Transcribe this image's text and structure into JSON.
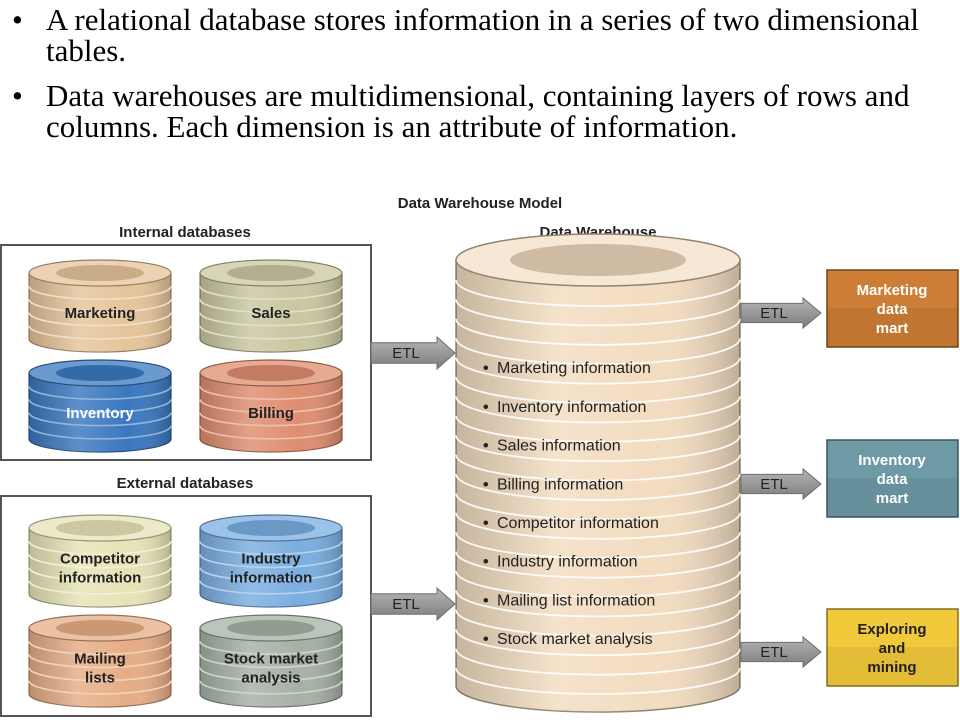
{
  "bullets": [
    {
      "symbol": "•",
      "text": "A relational database stores information in a series of two dimensional tables."
    },
    {
      "symbol": "•",
      "text": "Data warehouses are multidimensional, containing layers of rows and columns.  Each dimension is an attribute of information."
    }
  ],
  "diagram": {
    "title": "Data Warehouse Model",
    "internal_title": "Internal databases",
    "external_title": "External databases",
    "warehouse_title": "Data Warehouse",
    "internal_dbs": [
      {
        "lines": [
          "Marketing"
        ],
        "color": "#e6c49a",
        "text_color": "#222222"
      },
      {
        "lines": [
          "Sales"
        ],
        "color": "#c9c7a0",
        "text_color": "#222222"
      },
      {
        "lines": [
          "Inventory"
        ],
        "color": "#3a78bf",
        "text_color": "#ffffff"
      },
      {
        "lines": [
          "Billing"
        ],
        "color": "#de8d6f",
        "text_color": "#222222"
      }
    ],
    "external_dbs": [
      {
        "lines": [
          "Competitor",
          "information"
        ],
        "color": "#e7e3b7",
        "text_color": "#222222"
      },
      {
        "lines": [
          "Industry",
          "information"
        ],
        "color": "#7aaee0",
        "text_color": "#222222"
      },
      {
        "lines": [
          "Mailing",
          "lists"
        ],
        "color": "#e6ad85",
        "text_color": "#222222"
      },
      {
        "lines": [
          "Stock market",
          "analysis"
        ],
        "color": "#a6b1a5",
        "text_color": "#222222"
      }
    ],
    "etl_label": "ETL",
    "warehouse_items": [
      "Marketing information",
      "Inventory information",
      "Sales information",
      "Billing information",
      "Competitor information",
      "Industry information",
      "Mailing list information",
      "Stock market analysis"
    ],
    "item_bullet": "•",
    "marts": [
      {
        "lines": [
          "Marketing",
          "data",
          "mart"
        ],
        "color": "#cd7d35",
        "text_color": "#ffffff"
      },
      {
        "lines": [
          "Inventory",
          "data",
          "mart"
        ],
        "color": "#6d9aa5",
        "text_color": "#ffffff"
      },
      {
        "lines": [
          "Exploring",
          "and",
          "mining"
        ],
        "color": "#f2c93b",
        "text_color": "#222222"
      }
    ],
    "warehouse_color": "#f3dcc0"
  }
}
